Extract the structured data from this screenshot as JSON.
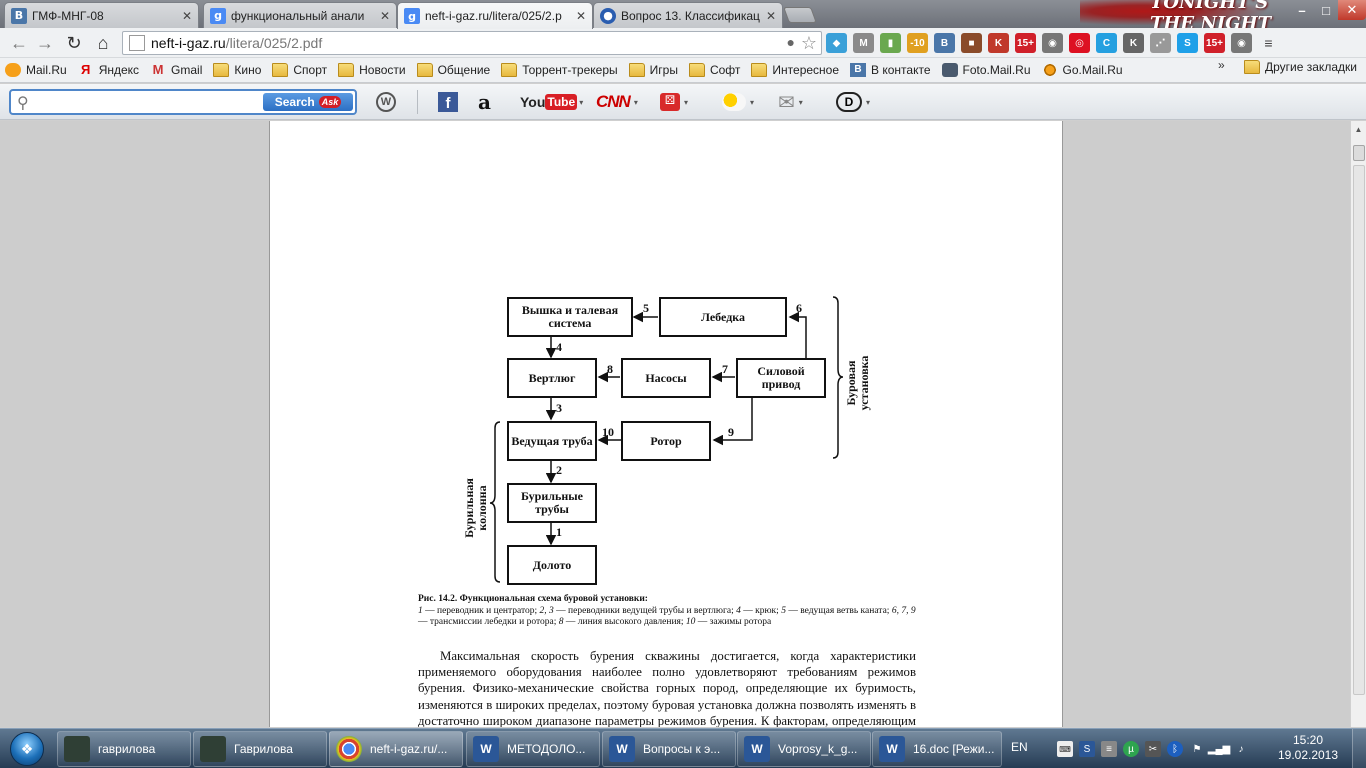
{
  "browser": {
    "tabs": [
      {
        "label": "ГМФ-МНГ-08",
        "icon": "vk-icon",
        "color": "#4a76a8"
      },
      {
        "label": "функциональный анали",
        "icon": "google-icon",
        "color": "#4a8af4"
      },
      {
        "label": "neft-i-gaz.ru/litera/025/2.p",
        "icon": "google-icon",
        "color": "#4a8af4"
      },
      {
        "label": "Вопрос 13. Классификац",
        "icon": "answers-icon",
        "color": "#2a5db0"
      }
    ],
    "theme_text": "TONIGHT'S THE NIGHT",
    "address": {
      "host": "neft-i-gaz.ru",
      "path": "/litera/025/2.pdf"
    },
    "extension_icons": [
      "skype-icon",
      "mail-icon",
      "stats-icon",
      "weather-icon",
      "vk-icon",
      "camera-icon",
      "kaspersky-icon",
      "age-icon",
      "globe-icon",
      "stop-icon",
      "refresh-icon",
      "k-icon",
      "rss-icon",
      "skype-icon",
      "age-icon",
      "menu-icon"
    ],
    "bookmarks": [
      {
        "label": "Mail.Ru",
        "icon": "mailru-icon"
      },
      {
        "label": "Яндекс",
        "icon": "yandex-icon"
      },
      {
        "label": "Gmail",
        "icon": "gmail-icon"
      },
      {
        "label": "Кино",
        "icon": "folder-icon"
      },
      {
        "label": "Спорт",
        "icon": "folder-icon"
      },
      {
        "label": "Новости",
        "icon": "folder-icon"
      },
      {
        "label": "Общение",
        "icon": "folder-icon"
      },
      {
        "label": "Торрент-трекеры",
        "icon": "folder-icon"
      },
      {
        "label": "Игры",
        "icon": "folder-icon"
      },
      {
        "label": "Софт",
        "icon": "folder-icon"
      },
      {
        "label": "Интересное",
        "icon": "folder-icon"
      },
      {
        "label": "В контакте",
        "icon": "vk-icon"
      },
      {
        "label": "Foto.Mail.Ru",
        "icon": "camera-icon"
      },
      {
        "label": "Go.Mail.Ru",
        "icon": "pin-icon"
      }
    ],
    "bookmarks_more": "»",
    "other_bookmarks": "Другие закладки",
    "ask": {
      "search_button": "Search",
      "logo": "Ask",
      "youtube": "YouTube",
      "cnn": "CNN"
    }
  },
  "document": {
    "diagram": {
      "boxes": {
        "derrick": "Вышка и талевая система",
        "winch": "Лебедка",
        "swivel": "Вертлюг",
        "pumps": "Насосы",
        "power": "Силовой привод",
        "kelly": "Ведущая труба",
        "rotor": "Ротор",
        "pipes": "Бурильные трубы",
        "bit": "Долото"
      },
      "links": [
        "1",
        "2",
        "3",
        "4",
        "5",
        "6",
        "7",
        "8",
        "9",
        "10"
      ],
      "brace_right": "Буровая установка",
      "brace_left": "Бурильная колонна"
    },
    "caption": {
      "title": "Рис. 14.2. Функциональная схема буровой установки:",
      "items": [
        {
          "n": "1",
          "t": " — переводник и центратор; "
        },
        {
          "n": "2, 3",
          "t": " — переводники ведущей трубы и вертлюга; "
        },
        {
          "n": "4",
          "t": " — крюк; "
        },
        {
          "n": "5",
          "t": " — ведущая ветвь каната; "
        },
        {
          "n": "6, 7, 9",
          "t": " — трансмиссии лебедки и ротора; "
        },
        {
          "n": "8",
          "t": " — линия высокого давления; "
        },
        {
          "n": "10",
          "t": " — зажимы ротора"
        }
      ]
    },
    "body": "Максимальная скорость бурения скважины достигается, когда характеристики применяемого оборудования наиболее полно удовлетворяют требованиям режимов бурения. Физико-механические свойства горных пород, определяющие их буримость, изменяются в широких пределах, поэтому буровая установка должна позволять изменять в достаточно широком диапазоне параметры режимов бурения. К факторам, определяющим во"
  },
  "taskbar": {
    "buttons": [
      {
        "label": "гаврилова",
        "icon": "doc-dark-icon",
        "color": "#2f3f35"
      },
      {
        "label": "Гаврилова",
        "icon": "doc-dark-icon",
        "color": "#2f3f35"
      },
      {
        "label": "neft-i-gaz.ru/...",
        "icon": "chrome-icon",
        "color": "#d8432f"
      },
      {
        "label": "МЕТОДОЛО...",
        "icon": "word-icon",
        "color": "#2b5797"
      },
      {
        "label": "Вопросы к э...",
        "icon": "word-icon",
        "color": "#2b5797"
      },
      {
        "label": "Voprosy_k_g...",
        "icon": "word-icon",
        "color": "#2b5797"
      },
      {
        "label": "16.doc [Режи...",
        "icon": "word-icon",
        "color": "#2b5797"
      }
    ],
    "language": "EN",
    "time": "15:20",
    "date": "19.02.2013"
  }
}
